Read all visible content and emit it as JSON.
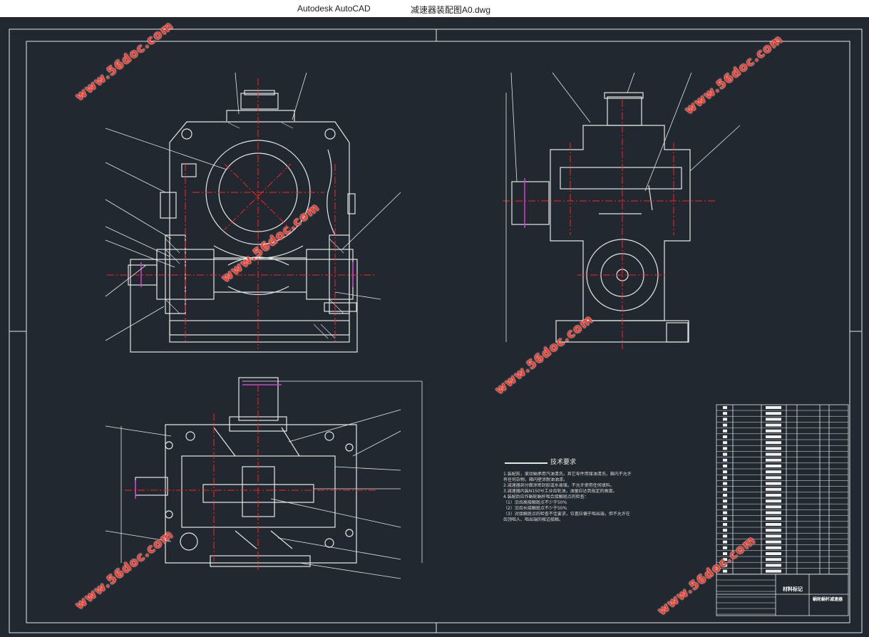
{
  "window": {
    "app_title": "Autodesk AutoCAD",
    "document_title": "减速器装配图A0.dwg"
  },
  "drawing": {
    "technical_requirements": {
      "heading": "技术要求",
      "items": [
        "1.装配前，滚动轴承用汽油清洗，其它零件用煤油清洗，箱内不允许",
        "   有任何杂物，箱内壁涂耐油油漆。",
        "2.减速器剖分面涂密封胶或水玻璃，不允许使用任何填料。",
        "3.减速器内装N150号工业齿轮油，油量应达到规定的高度。",
        "4.装配后应作蜗轮蜗杆啮合接触斑点的检查：",
        "  （1）沿齿高接触斑点不少于50%",
        "  （2）沿齿长接触斑点不少于50%",
        "  （3）对接触斑点的检查不佳要求，位置应偏于啮出端，但不允许在",
        "       齿顶啮入、啮出端的棱边接触。"
      ]
    },
    "title_block": {
      "material_label": "材料标记",
      "drawing_name": "蜗轮蜗杆减速器"
    },
    "colors": {
      "background": "#212830",
      "lines": "#e6e6e6",
      "center_lines": "#ff2020",
      "accent": "#d040d0"
    }
  },
  "watermark": {
    "text": "www.56doc.com"
  }
}
